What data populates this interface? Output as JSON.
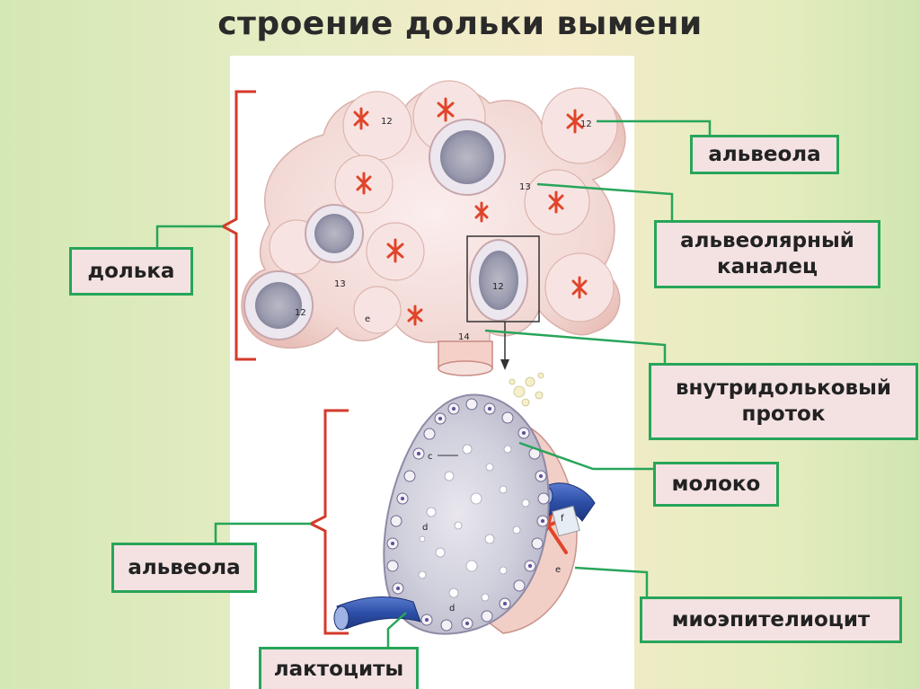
{
  "title": "строение дольки вымени",
  "labels": {
    "alveola_top": "альвеола",
    "alveolar_canal_line1": "альвеолярный",
    "alveolar_canal_line2": "каналец",
    "lobule": "долька",
    "intralobular_duct_line1": "внутридольковый",
    "intralobular_duct_line2": "проток",
    "milk": "молоко",
    "alveola_bottom": "альвеола",
    "myoepitheliocyte": "миоэпителиоцит",
    "lactocytes": "лактоциты"
  },
  "markers": {
    "n12": "12",
    "n13": "13",
    "n14": "14",
    "e": "e",
    "c": "c",
    "d": "d",
    "f": "f"
  },
  "colors": {
    "label_border": "#27a55a",
    "label_fill": "#f4e2e2",
    "bracket": "#d43a2a",
    "tissue": "#f3dcd6",
    "myoepithelial": "#e0452a",
    "vessel": "#2d4fa6"
  }
}
